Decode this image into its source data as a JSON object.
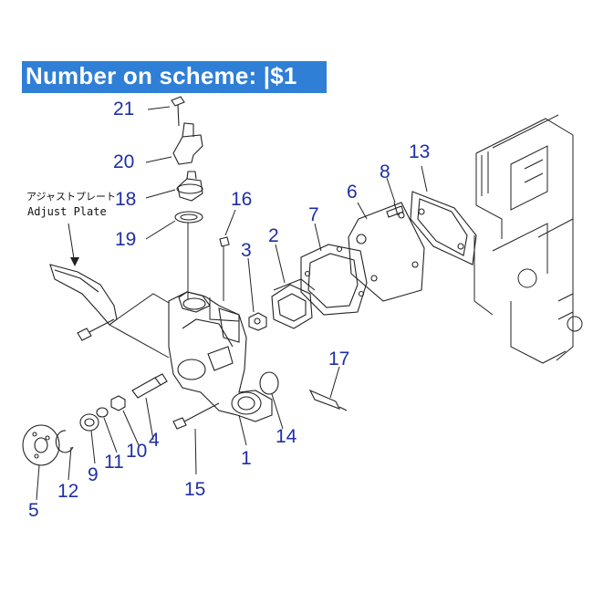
{
  "banner": {
    "text": "Number on scheme: |$1",
    "color": "#2f7fd6"
  },
  "adjust_plate": {
    "jp": "アジャストプレート",
    "en": "Adjust Plate"
  },
  "callouts": {
    "c1": "1",
    "c2": "2",
    "c3": "3",
    "c4": "4",
    "c5": "5",
    "c6": "6",
    "c7": "7",
    "c8": "8",
    "c9": "9",
    "c10": "10",
    "c11": "11",
    "c12": "12",
    "c13": "13",
    "c14": "14",
    "c15": "15",
    "c16": "16",
    "c17": "17",
    "c18": "18",
    "c19": "19",
    "c20": "20",
    "c21": "21"
  },
  "colors": {
    "callout": "#1f2fa5",
    "lines": "#222222"
  }
}
